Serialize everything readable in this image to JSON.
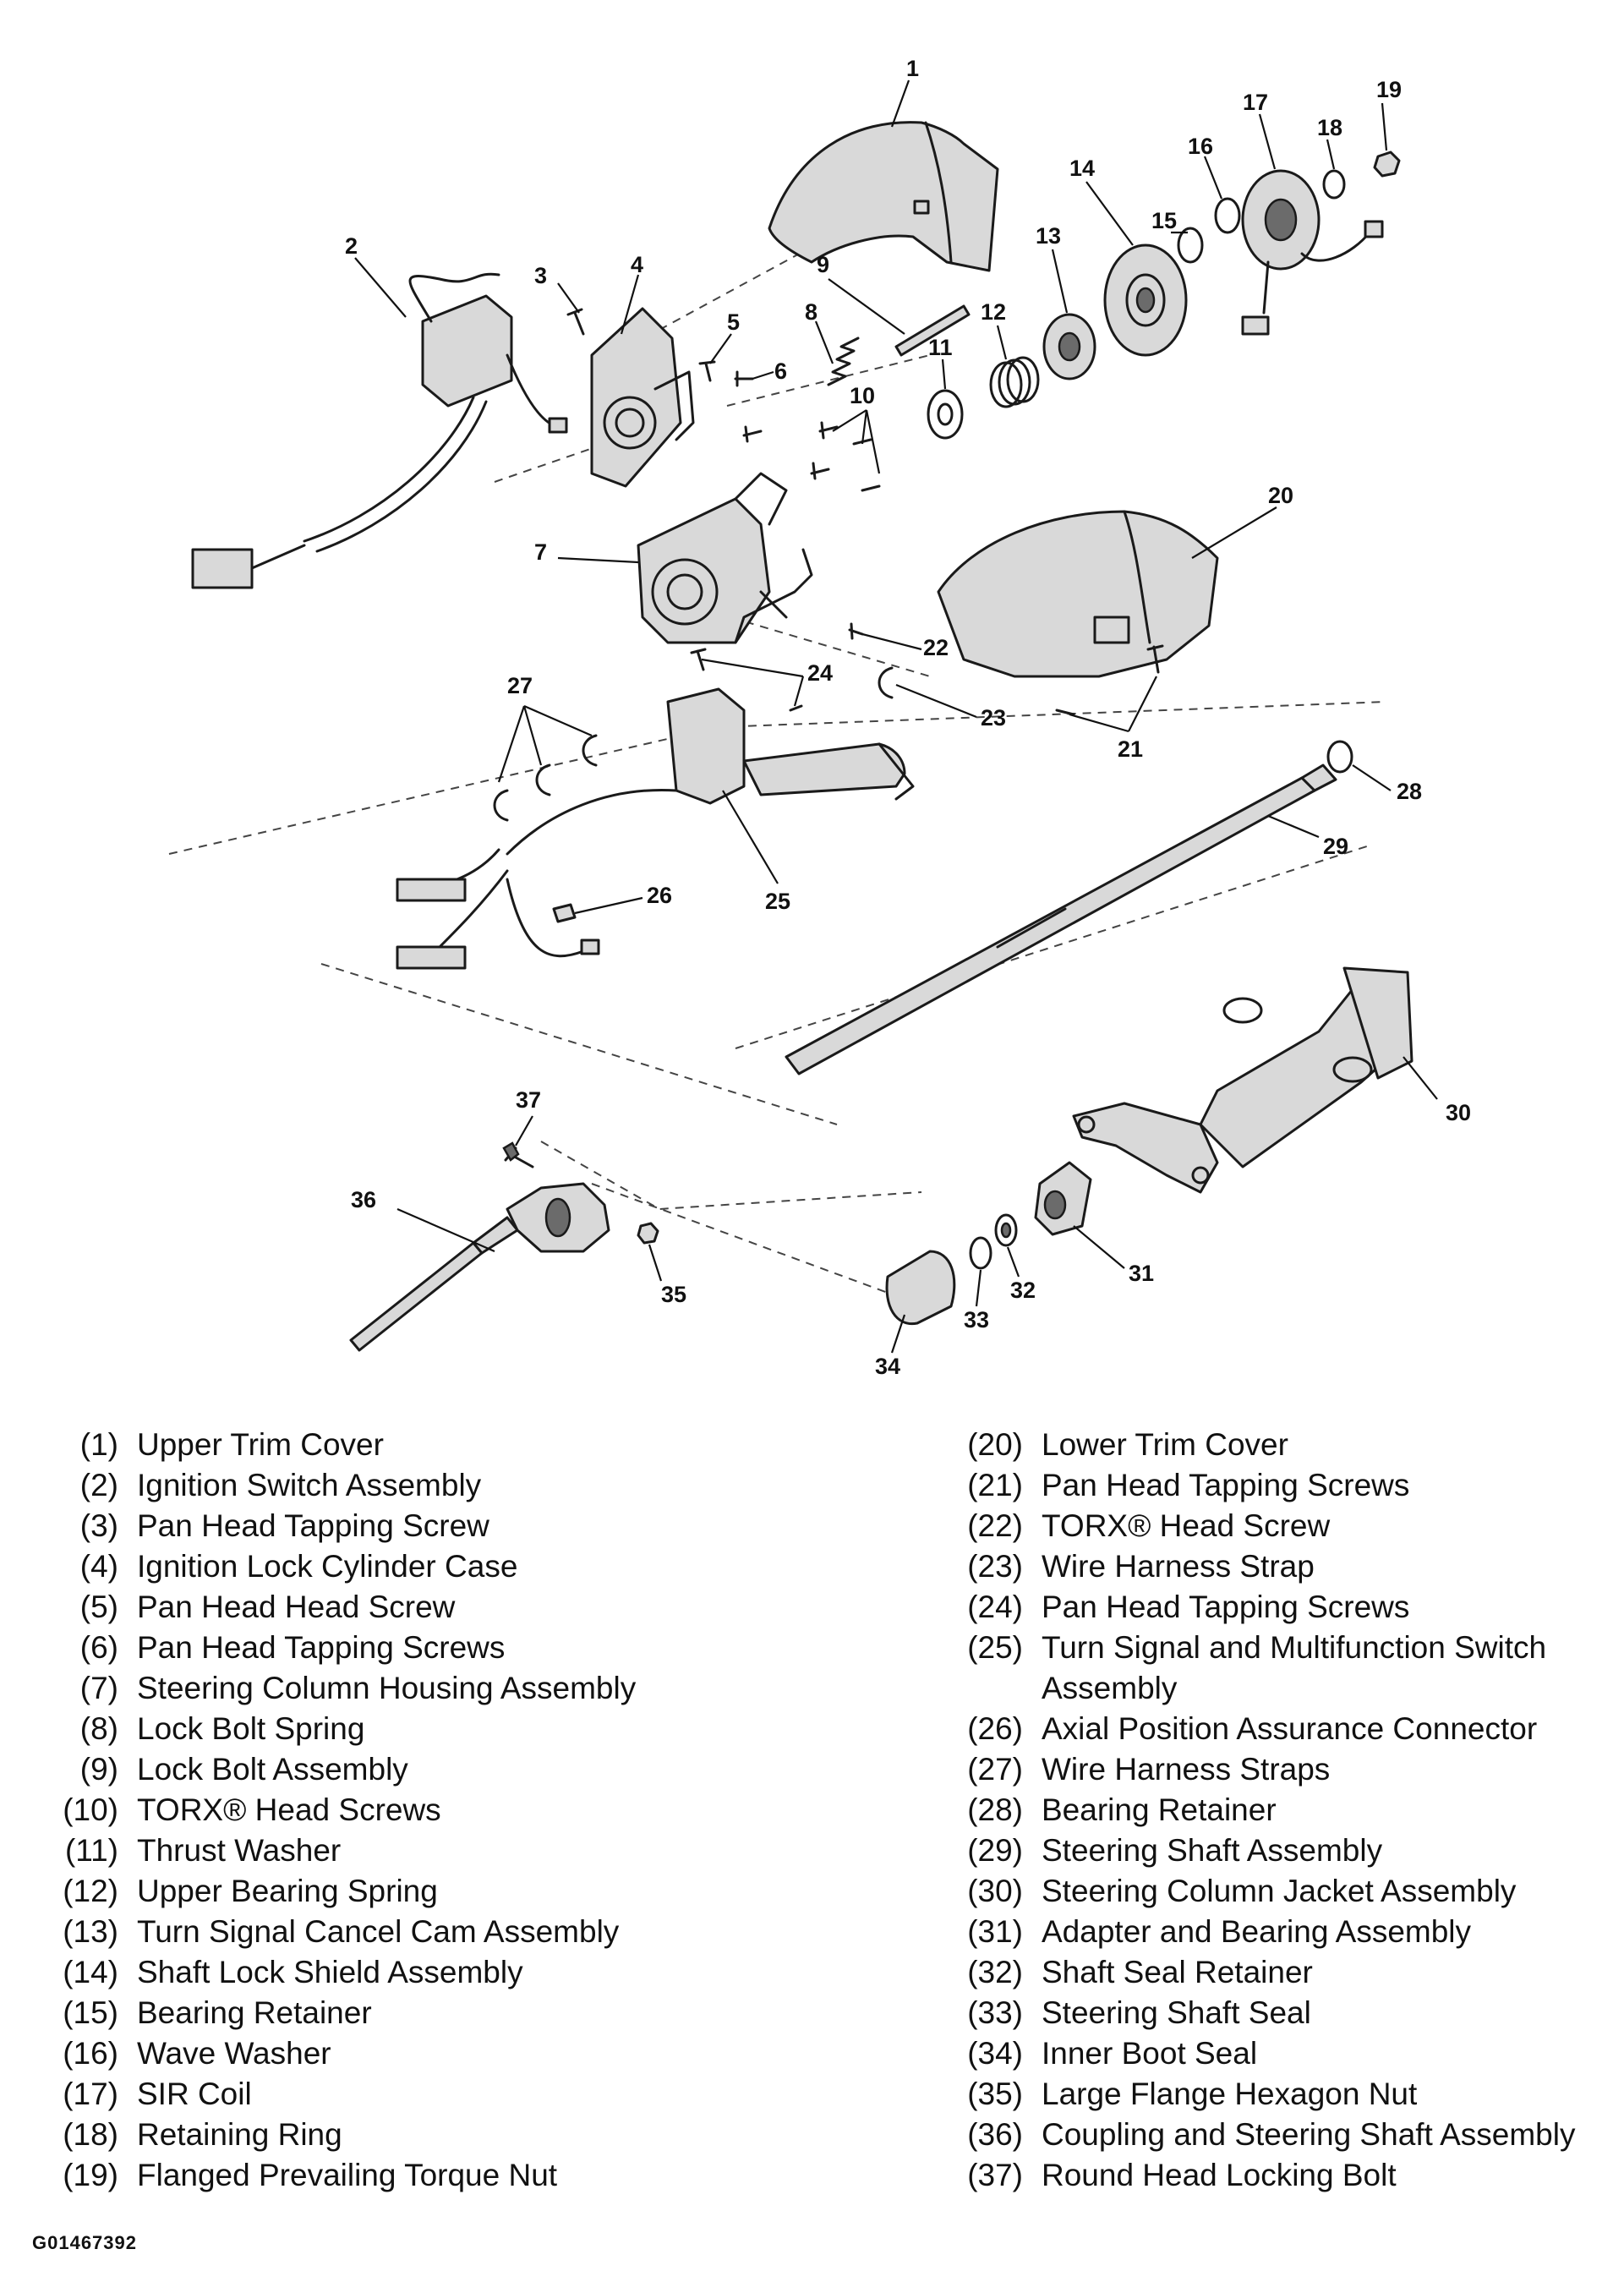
{
  "figure_code": "G01467392",
  "callouts": [
    "1",
    "2",
    "3",
    "4",
    "5",
    "6",
    "7",
    "8",
    "9",
    "10",
    "11",
    "12",
    "13",
    "14",
    "15",
    "16",
    "17",
    "18",
    "19",
    "20",
    "21",
    "22",
    "23",
    "24",
    "25",
    "26",
    "27",
    "28",
    "29",
    "30",
    "31",
    "32",
    "33",
    "34",
    "35",
    "36",
    "37"
  ],
  "legend_left": [
    {
      "num": "(1)",
      "label": "Upper Trim Cover"
    },
    {
      "num": "(2)",
      "label": "Ignition Switch Assembly"
    },
    {
      "num": "(3)",
      "label": "Pan Head Tapping Screw"
    },
    {
      "num": "(4)",
      "label": "Ignition Lock Cylinder Case"
    },
    {
      "num": "(5)",
      "label": "Pan Head Head Screw"
    },
    {
      "num": "(6)",
      "label": "Pan Head Tapping Screws"
    },
    {
      "num": "(7)",
      "label": "Steering Column Housing Assembly"
    },
    {
      "num": "(8)",
      "label": "Lock Bolt Spring"
    },
    {
      "num": "(9)",
      "label": "Lock Bolt Assembly"
    },
    {
      "num": "(10)",
      "label": "TORX® Head Screws"
    },
    {
      "num": "(11)",
      "label": "Thrust Washer"
    },
    {
      "num": "(12)",
      "label": "Upper Bearing Spring"
    },
    {
      "num": "(13)",
      "label": "Turn Signal Cancel Cam Assembly"
    },
    {
      "num": "(14)",
      "label": "Shaft Lock Shield Assembly"
    },
    {
      "num": "(15)",
      "label": "Bearing Retainer"
    },
    {
      "num": "(16)",
      "label": "Wave Washer"
    },
    {
      "num": "(17)",
      "label": "SIR Coil"
    },
    {
      "num": "(18)",
      "label": "Retaining Ring"
    },
    {
      "num": "(19)",
      "label": "Flanged Prevailing Torque Nut"
    }
  ],
  "legend_right": [
    {
      "num": "(20)",
      "label": "Lower Trim Cover"
    },
    {
      "num": "(21)",
      "label": "Pan Head Tapping Screws"
    },
    {
      "num": "(22)",
      "label": "TORX® Head Screw"
    },
    {
      "num": "(23)",
      "label": "Wire Harness Strap"
    },
    {
      "num": "(24)",
      "label": "Pan Head Tapping Screws"
    },
    {
      "num": "(25)",
      "label": "Turn Signal and Multifunction Switch\nAssembly"
    },
    {
      "num": "(26)",
      "label": "Axial Position Assurance Connector"
    },
    {
      "num": "(27)",
      "label": "Wire Harness Straps"
    },
    {
      "num": "(28)",
      "label": "Bearing Retainer"
    },
    {
      "num": "(29)",
      "label": "Steering Shaft Assembly"
    },
    {
      "num": "(30)",
      "label": "Steering Column Jacket Assembly"
    },
    {
      "num": "(31)",
      "label": "Adapter and Bearing Assembly"
    },
    {
      "num": "(32)",
      "label": "Shaft Seal Retainer"
    },
    {
      "num": "(33)",
      "label": "Steering Shaft Seal"
    },
    {
      "num": "(34)",
      "label": "Inner Boot Seal"
    },
    {
      "num": "(35)",
      "label": "Large Flange Hexagon Nut"
    },
    {
      "num": "(36)",
      "label": "Coupling and Steering Shaft Assembly"
    },
    {
      "num": "(37)",
      "label": "Round Head Locking Bolt"
    }
  ]
}
